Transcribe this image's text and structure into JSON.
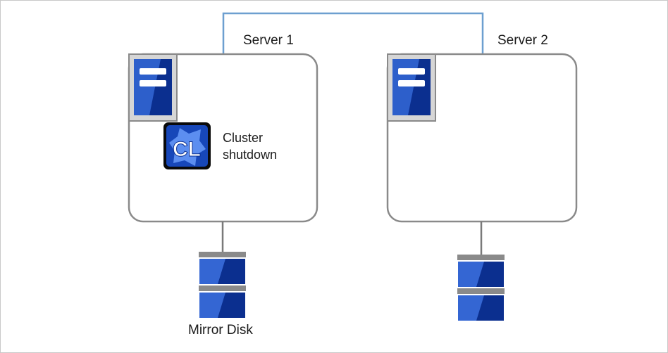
{
  "server1": {
    "label": "Server 1",
    "app": {
      "icon": "cluster-cl-icon",
      "line1": "Cluster",
      "line2": "shutdown"
    }
  },
  "server2": {
    "label": "Server 2"
  },
  "disk1": {
    "label": "Mirror Disk",
    "icon": "disk-stack-icon"
  },
  "disk2": {
    "icon": "disk-stack-icon"
  },
  "colors": {
    "network_line": "#6d9fd0",
    "server_border": "#8a8a8a",
    "blue": "#0b2f8f",
    "blue_light": "#3c6fd8"
  }
}
